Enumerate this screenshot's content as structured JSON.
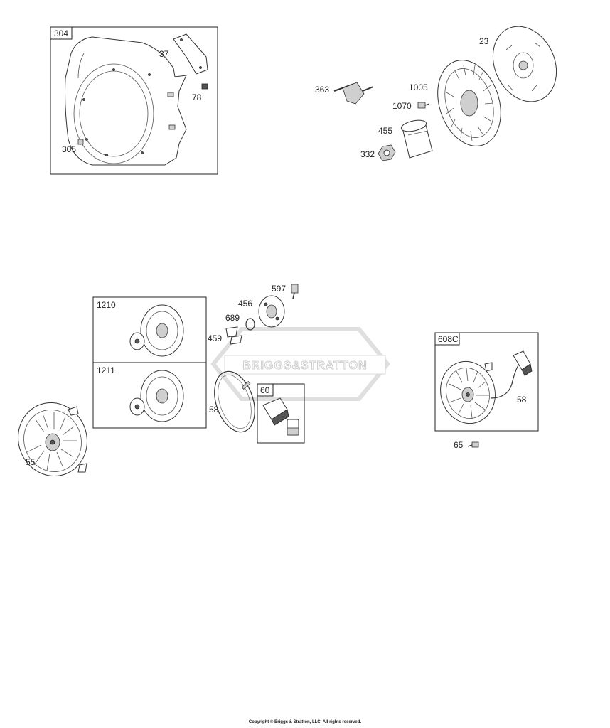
{
  "labels": {
    "l304": "304",
    "l37": "37",
    "l78": "78",
    "l305": "305",
    "l23": "23",
    "l363": "363",
    "l1005": "1005",
    "l1070": "1070",
    "l455": "455",
    "l332": "332",
    "l597": "597",
    "l456": "456",
    "l689": "689",
    "l459": "459",
    "l1210": "1210",
    "l1211": "1211",
    "l58a": "58",
    "l60": "60",
    "l55": "55",
    "l608c": "608C",
    "l58b": "58",
    "l65": "65"
  },
  "watermark": {
    "text": "BRIGGS&STRATTON"
  },
  "footer": {
    "copyright": "Copyright © Briggs & Stratton, LLC. All rights reserved."
  }
}
